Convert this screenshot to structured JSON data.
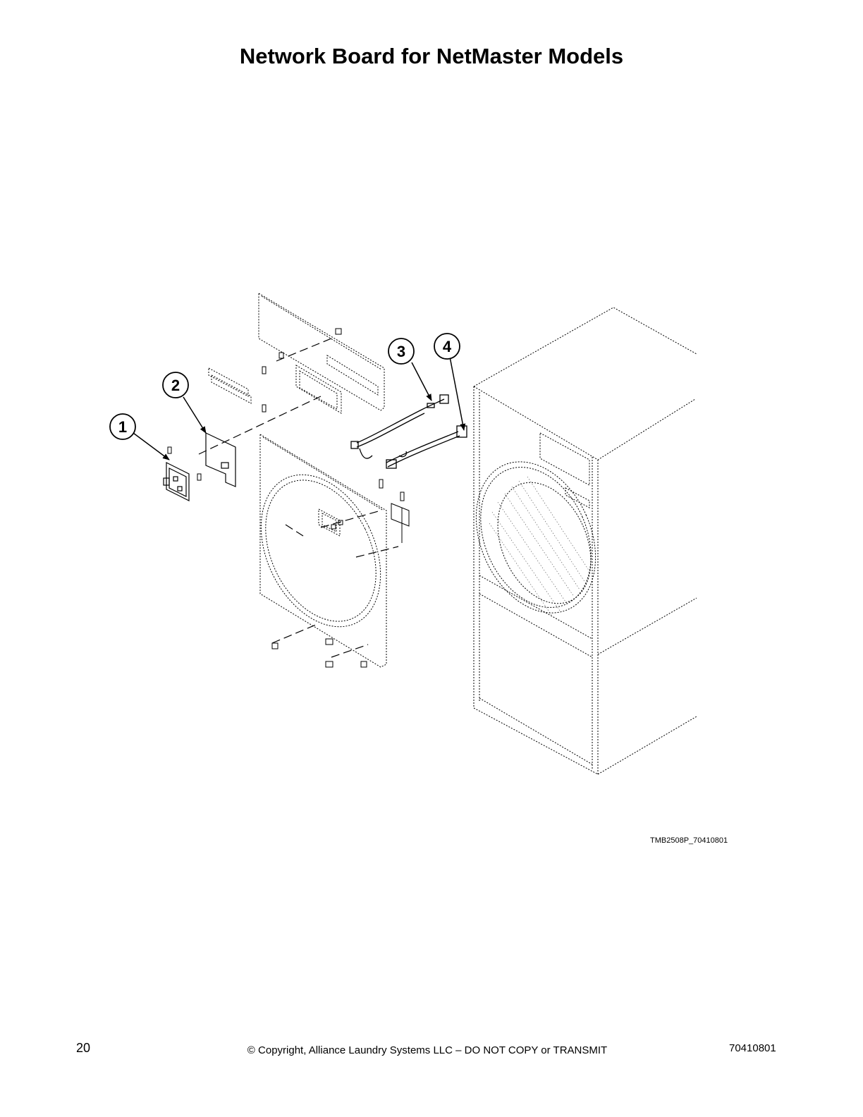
{
  "page": {
    "title": "Network Board for NetMaster Models",
    "drawing_id": "TMB2508P_70410801",
    "page_number": "20",
    "copyright": "© Copyright, Alliance Laundry Systems LLC – DO NOT COPY or TRANSMIT",
    "doc_number": "70410801"
  },
  "callouts": [
    {
      "label": "1"
    },
    {
      "label": "2"
    },
    {
      "label": "3"
    },
    {
      "label": "4"
    }
  ]
}
